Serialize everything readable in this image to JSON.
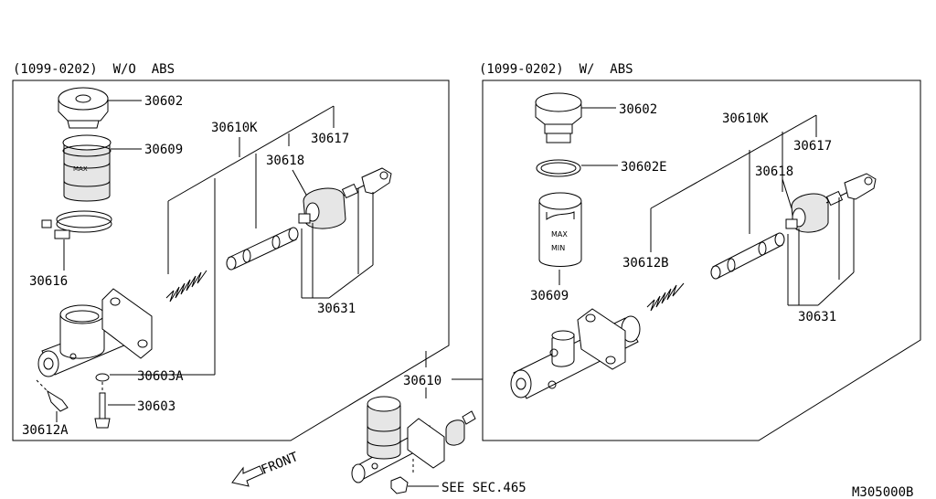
{
  "panels": {
    "left_header": "(1099-0202)  W/O  ABS",
    "right_header": "(1099-0202)  W/  ABS"
  },
  "left_parts": {
    "reservoir_cap": "30602",
    "reservoir_tank": "30609",
    "piston_kit": "30610K",
    "push_rod_kit": "30617",
    "boot": "30618",
    "clamp": "30616",
    "seal_set": "30631",
    "return_spring_washer": "30603A",
    "fixing_bolt": "30603",
    "nipple": "30612A"
  },
  "right_parts": {
    "reservoir_cap": "30602",
    "cap_seal": "30602E",
    "piston_kit": "30610K",
    "push_rod_kit": "30617",
    "boot": "30618",
    "return_spring": "30612B",
    "reservoir_tank": "30609",
    "seal_set": "30631"
  },
  "assembly": {
    "master_cylinder": "30610",
    "see_section": "SEE SEC.465",
    "front_arrow": "FRONT"
  },
  "tank_marks": {
    "max": "MAX",
    "min": "MIN"
  },
  "footer": {
    "diagram_code": "M305000B"
  }
}
